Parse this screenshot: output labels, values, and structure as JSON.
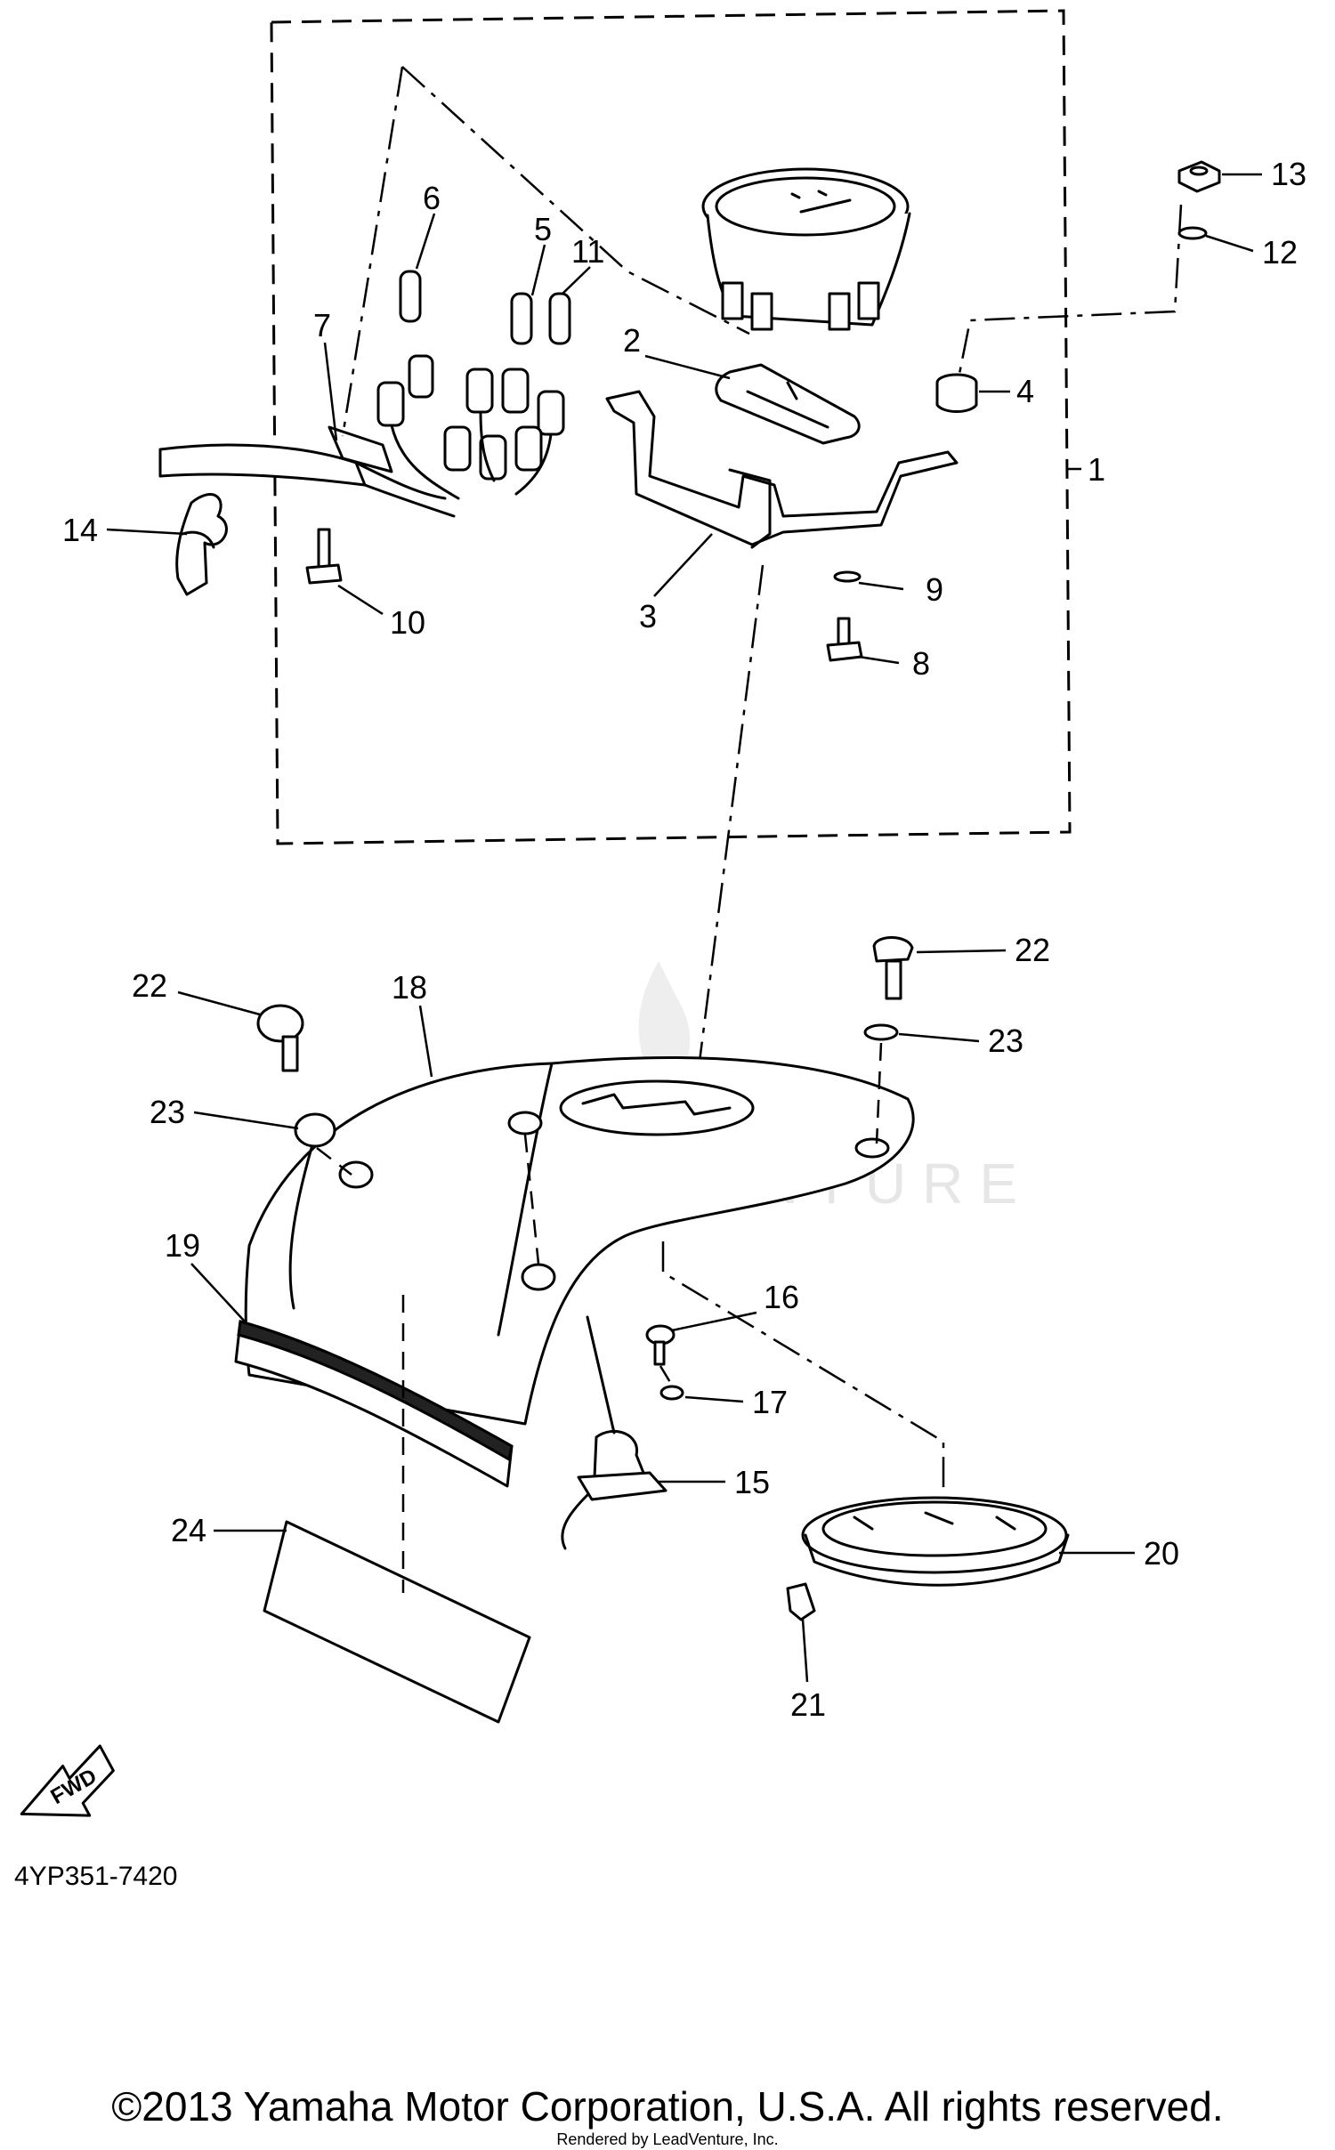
{
  "diagram": {
    "code": "4YP351-7420",
    "watermark": "LEADVENTURE",
    "copyright": "©2013 Yamaha Motor Corporation, U.S.A. All rights reserved.",
    "rendered_by": "Rendered by LeadVenture, Inc.",
    "fwd_badge": "FWD"
  },
  "callouts": [
    {
      "id": "1",
      "text": "1"
    },
    {
      "id": "2",
      "text": "2"
    },
    {
      "id": "3",
      "text": "3"
    },
    {
      "id": "4",
      "text": "4"
    },
    {
      "id": "5",
      "text": "5"
    },
    {
      "id": "6",
      "text": "6"
    },
    {
      "id": "7",
      "text": "7"
    },
    {
      "id": "8",
      "text": "8"
    },
    {
      "id": "9",
      "text": "9"
    },
    {
      "id": "10",
      "text": "10"
    },
    {
      "id": "11",
      "text": "11"
    },
    {
      "id": "12",
      "text": "12"
    },
    {
      "id": "13",
      "text": "13"
    },
    {
      "id": "14",
      "text": "14"
    },
    {
      "id": "15",
      "text": "15"
    },
    {
      "id": "16",
      "text": "16"
    },
    {
      "id": "17",
      "text": "17"
    },
    {
      "id": "18",
      "text": "18"
    },
    {
      "id": "19",
      "text": "19"
    },
    {
      "id": "20",
      "text": "20"
    },
    {
      "id": "21",
      "text": "21"
    },
    {
      "id": "22a",
      "text": "22"
    },
    {
      "id": "22b",
      "text": "22"
    },
    {
      "id": "23a",
      "text": "23"
    },
    {
      "id": "23b",
      "text": "23"
    },
    {
      "id": "24",
      "text": "24"
    }
  ]
}
